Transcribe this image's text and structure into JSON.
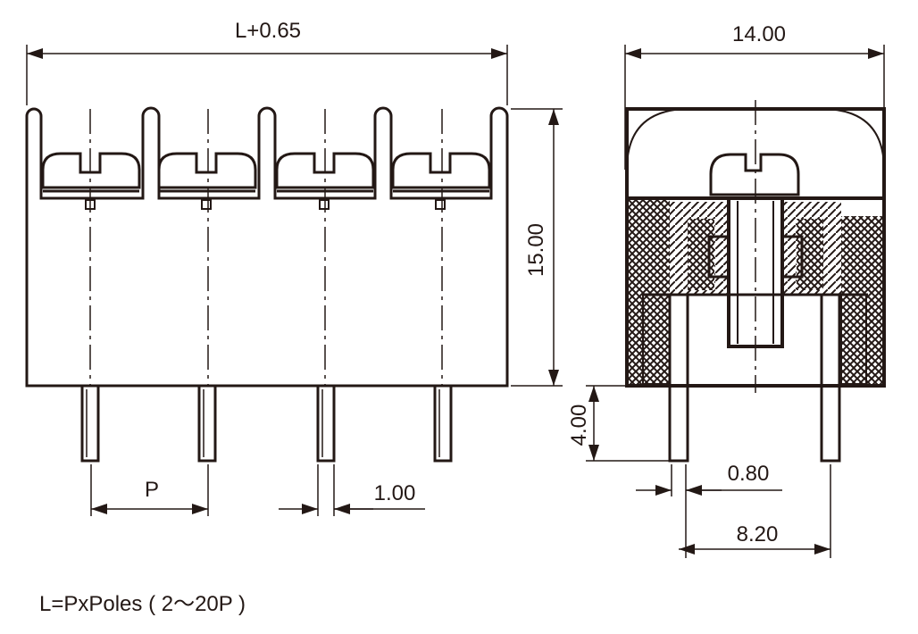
{
  "dimensions": {
    "overall_length": "L+0.65",
    "width": "14.00",
    "height": "15.00",
    "pin_length": "4.00",
    "pitch": "P",
    "pin_width": "1.00",
    "pin_thickness": "0.80",
    "pin_spacing": "8.20"
  },
  "note": "L=PxPoles ( 2～20P )",
  "colors": {
    "line": "#231815"
  }
}
